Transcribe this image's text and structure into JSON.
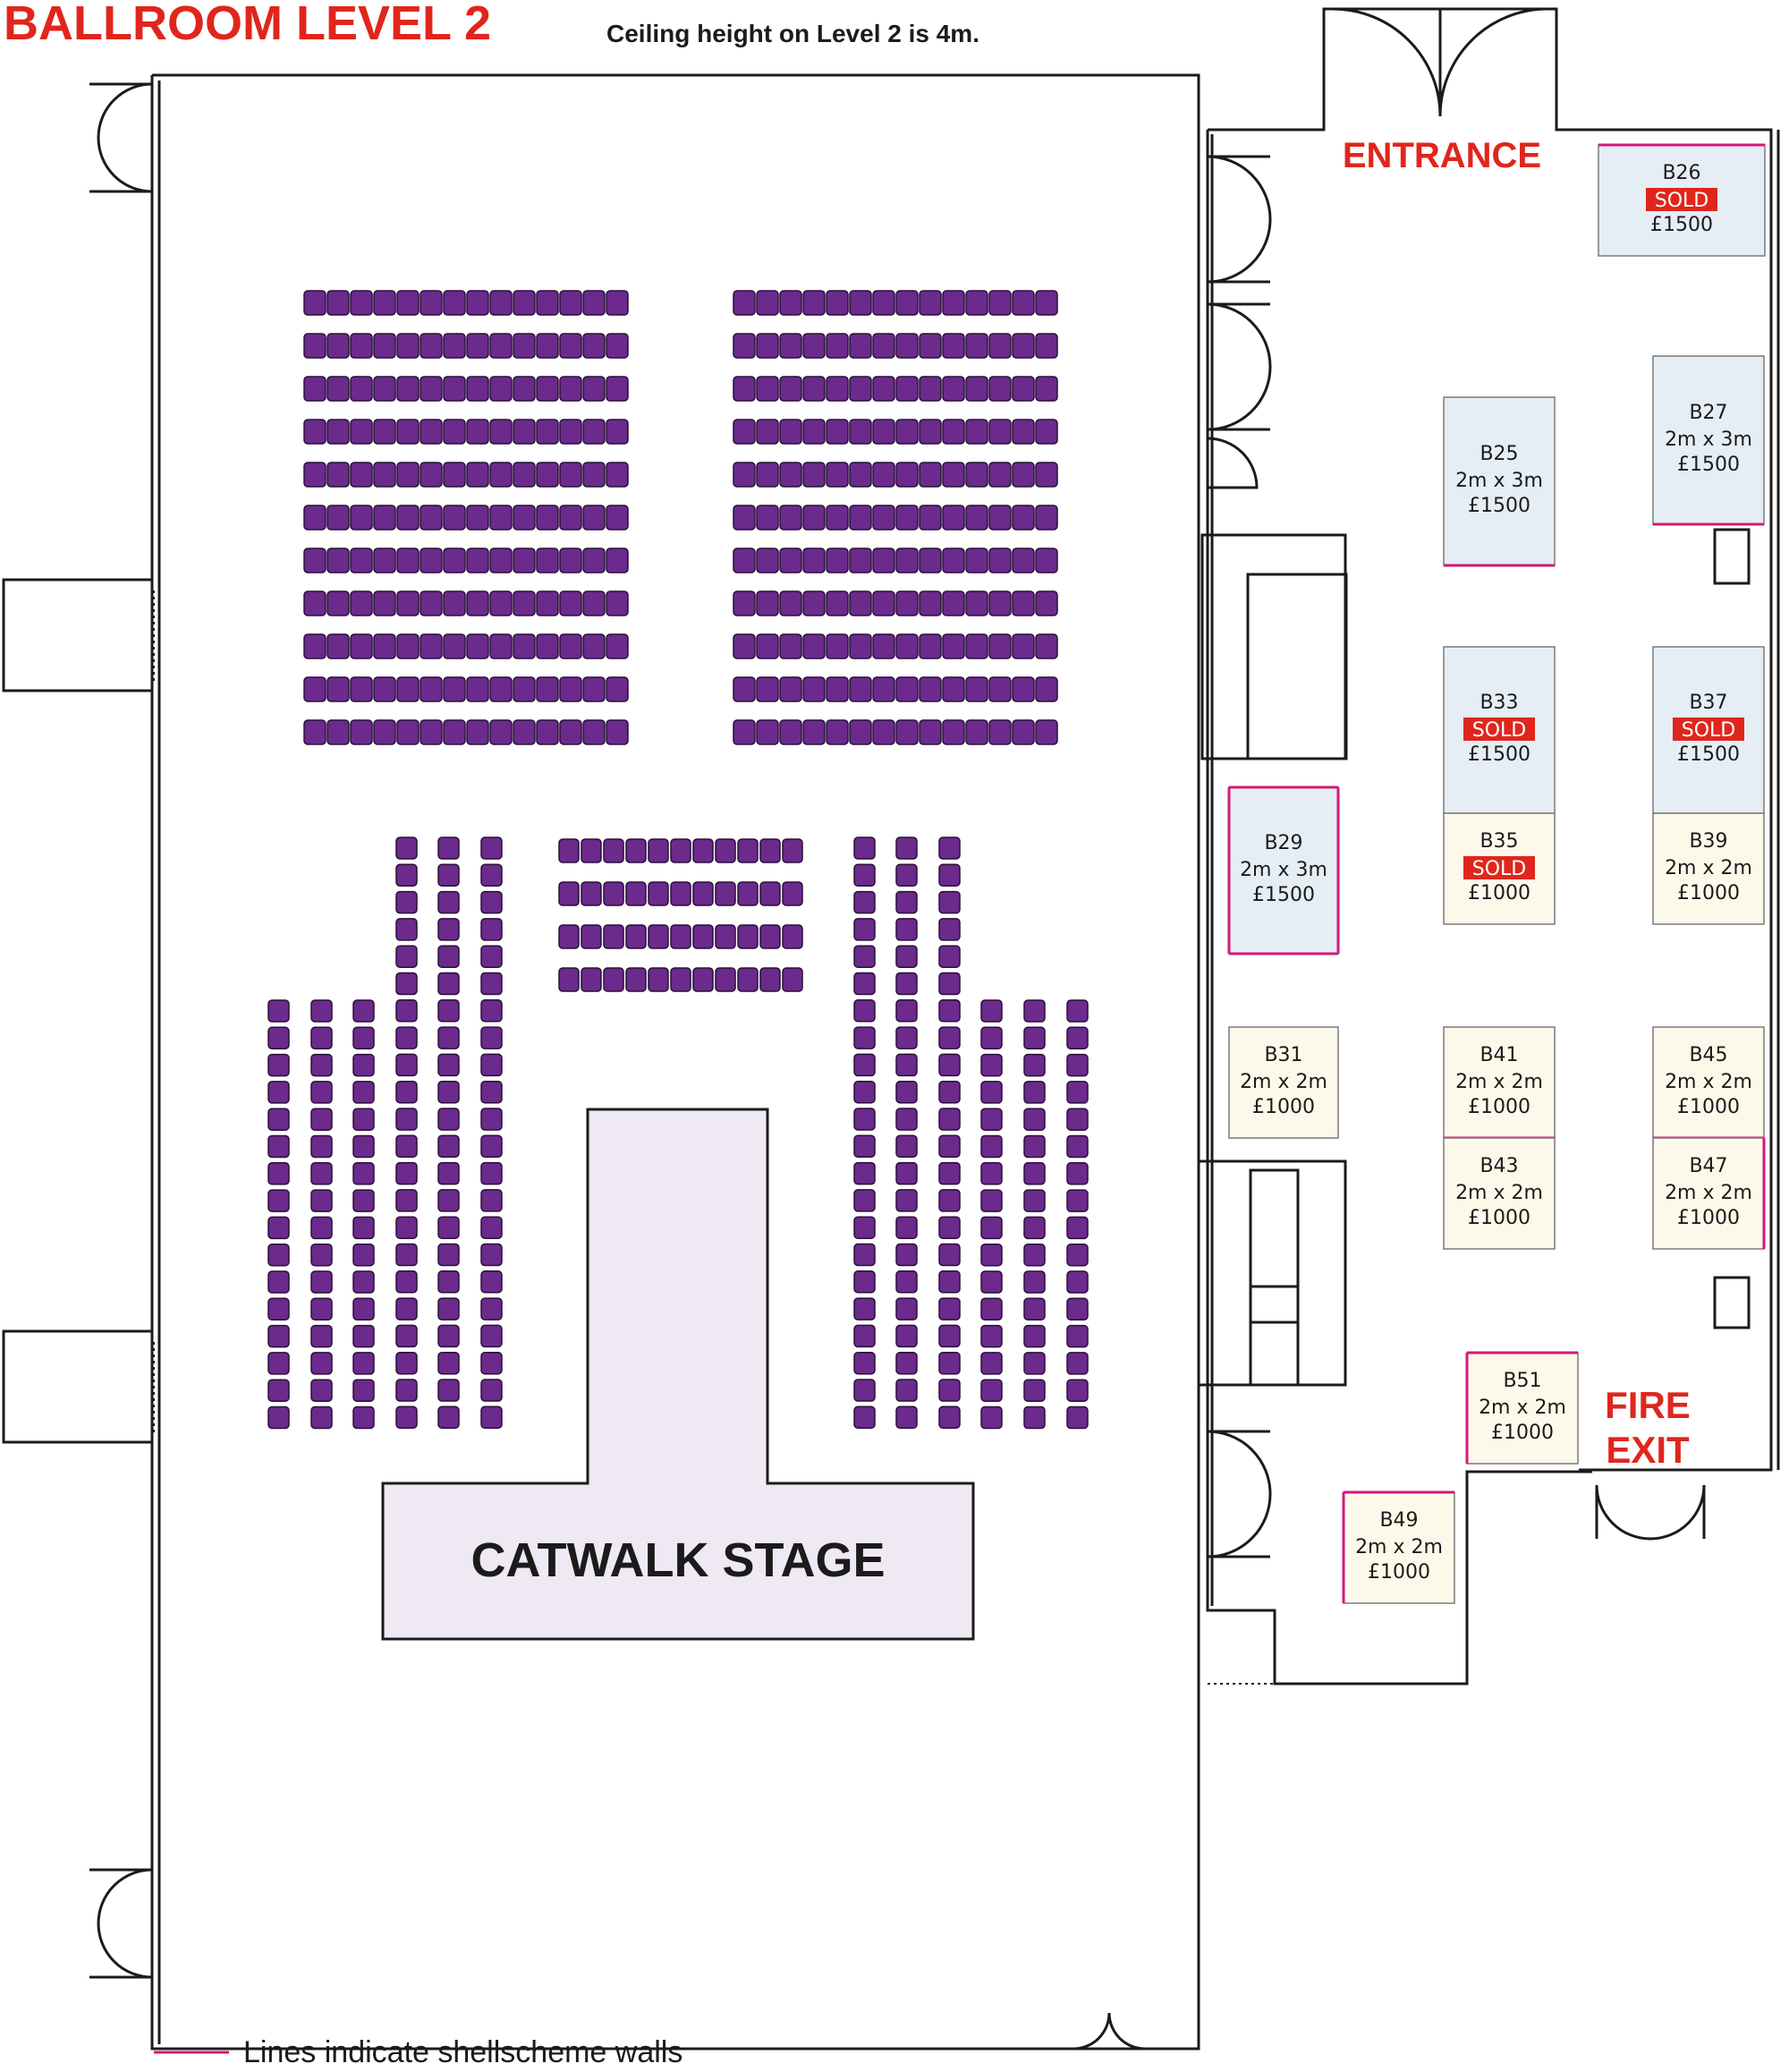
{
  "title": "BALLROOM LEVEL 2",
  "subtitle": "Ceiling height on Level 2 is 4m.",
  "labels": {
    "entrance": "ENTRANCE",
    "fire_exit_1": "FIRE",
    "fire_exit_2": "EXIT",
    "stage": "CATWALK STAGE",
    "legend": "Lines indicate shellscheme walls"
  },
  "colors": {
    "title_red": "#e0261c",
    "seat_purple": "#6b2a8c",
    "shellscheme_magenta": "#d3197a",
    "booth_blue": "#e6eef5",
    "booth_cream": "#fdf9ea",
    "stage_fill": "#efe9f3"
  },
  "booths": [
    {
      "id": "B26",
      "size": "",
      "status": "SOLD",
      "price": "£1500",
      "fill": "blue"
    },
    {
      "id": "B25",
      "size": "2m x 3m",
      "status": "",
      "price": "£1500",
      "fill": "blue"
    },
    {
      "id": "B27",
      "size": "2m x 3m",
      "status": "",
      "price": "£1500",
      "fill": "blue"
    },
    {
      "id": "B33",
      "size": "",
      "status": "SOLD",
      "price": "£1500",
      "fill": "blue"
    },
    {
      "id": "B37",
      "size": "",
      "status": "SOLD",
      "price": "£1500",
      "fill": "blue"
    },
    {
      "id": "B29",
      "size": "2m x 3m",
      "status": "",
      "price": "£1500",
      "fill": "blue"
    },
    {
      "id": "B35",
      "size": "",
      "status": "SOLD",
      "price": "£1000",
      "fill": "cream"
    },
    {
      "id": "B39",
      "size": "2m x 2m",
      "status": "",
      "price": "£1000",
      "fill": "cream"
    },
    {
      "id": "B31",
      "size": "2m x 2m",
      "status": "",
      "price": "£1000",
      "fill": "cream"
    },
    {
      "id": "B41",
      "size": "2m x 2m",
      "status": "",
      "price": "£1000",
      "fill": "cream"
    },
    {
      "id": "B45",
      "size": "2m x 2m",
      "status": "",
      "price": "£1000",
      "fill": "cream"
    },
    {
      "id": "B43",
      "size": "2m x 2m",
      "status": "",
      "price": "£1000",
      "fill": "cream"
    },
    {
      "id": "B47",
      "size": "2m x 2m",
      "status": "",
      "price": "£1000",
      "fill": "cream"
    },
    {
      "id": "B51",
      "size": "2m x 2m",
      "status": "",
      "price": "£1000",
      "fill": "cream"
    },
    {
      "id": "B49",
      "size": "2m x 2m",
      "status": "",
      "price": "£1000",
      "fill": "cream"
    }
  ]
}
